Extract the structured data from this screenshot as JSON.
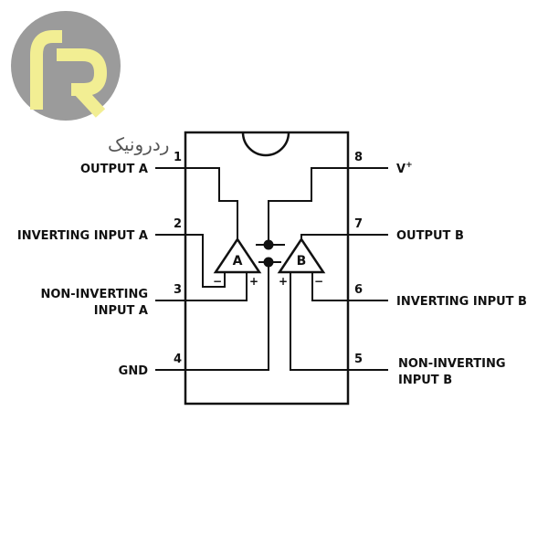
{
  "logo": {
    "text": "ردرونیک",
    "icon": "rr-monogram-icon",
    "colors": {
      "circle": "#9b9b9b",
      "letters": "#f2ee93",
      "text": "#555555"
    }
  },
  "chip": {
    "pins": [
      {
        "number": "1",
        "label": "OUTPUT A"
      },
      {
        "number": "2",
        "label": "INVERTING INPUT A"
      },
      {
        "number": "3",
        "label_line1": "NON-INVERTING",
        "label_line2": "INPUT A"
      },
      {
        "number": "4",
        "label": "GND"
      },
      {
        "number": "5",
        "label_line1": "NON-INVERTING",
        "label_line2": "INPUT B"
      },
      {
        "number": "6",
        "label": "INVERTING INPUT B"
      },
      {
        "number": "7",
        "label": "OUTPUT B"
      },
      {
        "number": "8",
        "label": "V",
        "superscript": "+"
      }
    ],
    "amplifiers": [
      {
        "name": "A",
        "minus": "−",
        "plus": "+"
      },
      {
        "name": "B",
        "minus": "−",
        "plus": "+"
      }
    ],
    "line_color": "#111111"
  }
}
